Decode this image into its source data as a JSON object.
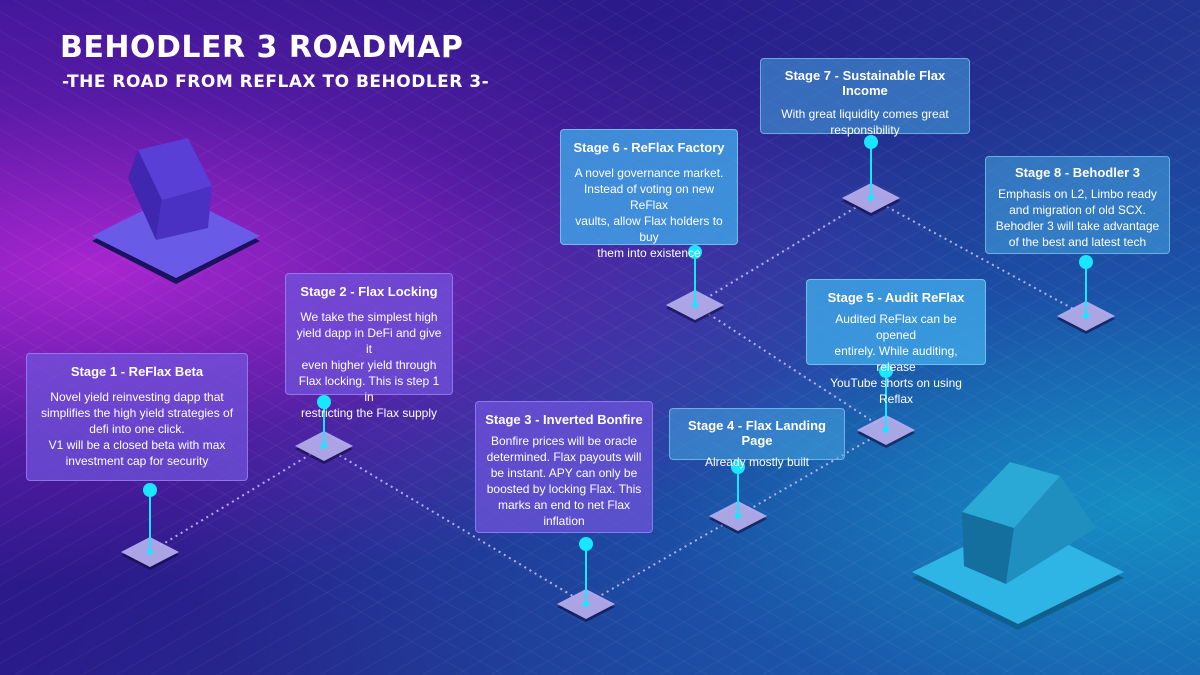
{
  "title": "BEHODLER 3 ROADMAP",
  "subtitle": "-THE ROAD FROM REFLAX TO BEHODLER 3-",
  "colors": {
    "pin": "#19e6ff",
    "node": "#b7b0f0",
    "path": "#c9c4ff",
    "cube_purple": "#5a3fd6",
    "cube_teal": "#1f8fbf"
  },
  "stages": [
    {
      "title": "Stage 1 - ReFlax Beta",
      "lines": [
        "Novel yield reinvesting dapp that",
        "simplifies the high yield strategies of",
        "defi into one click.",
        "V1 will be a closed beta with max",
        "investment cap for security"
      ]
    },
    {
      "title": "Stage 2 - Flax Locking",
      "lines": [
        "We take the simplest high",
        "yield dapp in DeFi and give it",
        "even higher yield through",
        "Flax locking. This is step 1 in",
        "restricting the Flax supply"
      ]
    },
    {
      "title": "Stage 3 - Inverted Bonfire",
      "lines": [
        "Bonfire prices will be oracle",
        "determined. Flax payouts will",
        "be instant. APY can only be",
        "boosted by locking Flax. This",
        "marks an end to net Flax",
        "inflation"
      ]
    },
    {
      "title": "Stage 4 - Flax Landing Page",
      "lines": [
        "Already mostly built"
      ]
    },
    {
      "title": "Stage 5 - Audit ReFlax",
      "lines": [
        "Audited ReFlax can be opened",
        "entirely. While auditing, release",
        "YouTube shorts on using Reflax"
      ]
    },
    {
      "title": "Stage 6 - ReFlax Factory",
      "lines": [
        "A novel governance market.",
        "Instead of voting on new ReFlax",
        "vaults, allow Flax holders to buy",
        "them into existence"
      ]
    },
    {
      "title": "Stage 7 - Sustainable Flax Income",
      "lines": [
        "With great liquidity comes great",
        "responsibility"
      ]
    },
    {
      "title": "Stage 8 - Behodler 3",
      "lines": [
        "Emphasis on L2, Limbo ready",
        "and migration of old SCX.",
        "Behodler 3 will take advantage",
        "of the best and latest tech"
      ]
    }
  ]
}
